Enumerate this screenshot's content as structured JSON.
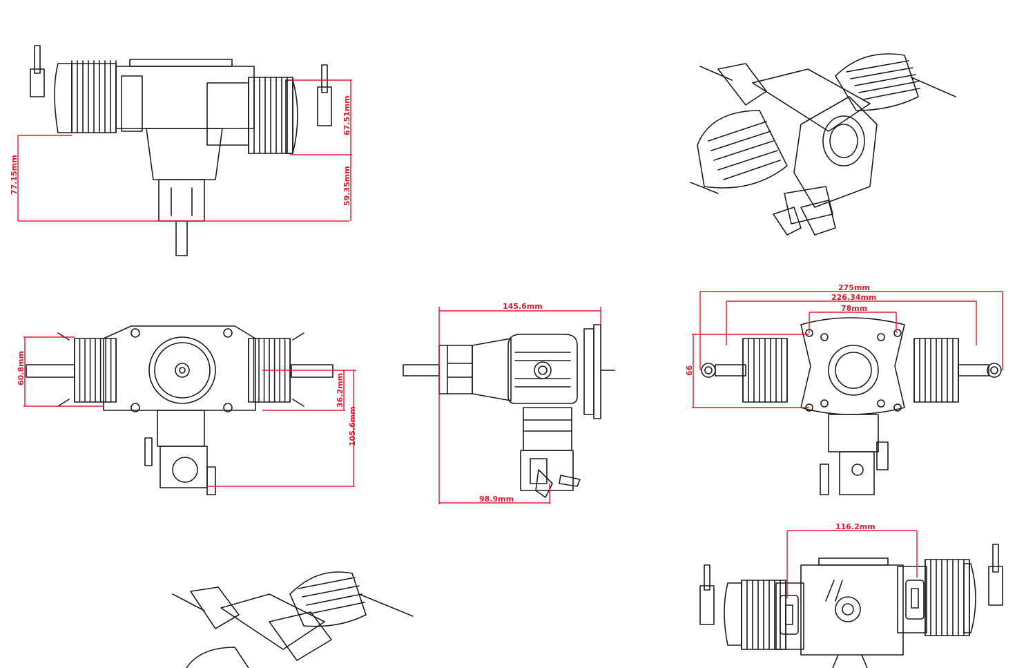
{
  "colors": {
    "dimension": "#e0182d",
    "line": "#1a1a1a",
    "background": "#ffffff"
  },
  "dimensions": {
    "top_height_total": "77.15mm",
    "top_height_upper": "67.51mm",
    "top_height_lower": "59.35mm",
    "front_cylinder_height": "60.8mm",
    "front_shaft_offset": "36.2mm",
    "front_total_height": "105.6mm",
    "side_length": "145.6mm",
    "side_bottom": "98.9mm",
    "rear_width_total": "275mm",
    "rear_width_mid": "226.34mm",
    "rear_mount_width": "78mm",
    "rear_height": "66",
    "bottom_width": "116.2mm"
  }
}
